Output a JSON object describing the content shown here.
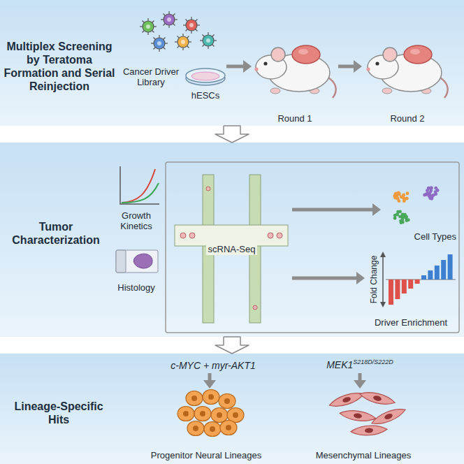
{
  "diagram": {
    "nodes": [
      {
        "text": [
          "Multiplex Screening by Teratoma Formation and Serial Reinjection"
        ]
      },
      {
        "text": [
          "Cancer Driver Library"
        ],
        "in": 0
      },
      {
        "text": [
          "hESCs"
        ],
        "in": 0
      },
      {
        "text": [
          "Round 1"
        ],
        "in": 0
      },
      {
        "text": [
          "Round 2"
        ],
        "in": 0
      },
      {
        "text": [
          "Tumor Characterization"
        ]
      },
      {
        "text": [
          "Growth Kinetics"
        ],
        "in": 5
      },
      {
        "text": [
          "Histology"
        ],
        "in": 5
      },
      {
        "text": [
          "scRNA-Seq"
        ],
        "in": 5
      },
      {
        "text": [
          "Cell Types"
        ],
        "in": 5
      },
      {
        "text": [
          "Driver Enrichment"
        ],
        "in": 5
      },
      {
        "text": [
          "Lineage-Specific Hits"
        ]
      },
      {
        "text": [
          "c-MYC + myr-AKT1"
        ],
        "in": 11
      },
      {
        "text": [
          "Progenitor Neural Lineages"
        ],
        "in": 11
      },
      {
        "text": [
          "MEK1",
          "S218D/S222D"
        ],
        "in": 11
      },
      {
        "text": [
          "Mesenchymal Lineages"
        ],
        "in": 11
      }
    ],
    "edges": [
      {
        "from": 0,
        "to": 5,
        "arrow": "to"
      },
      {
        "from": 5,
        "to": 11,
        "arrow": "to"
      },
      {
        "from": 2,
        "to": 3,
        "arrow": "to"
      },
      {
        "from": 3,
        "to": 4,
        "arrow": "to"
      },
      {
        "from": 8,
        "to": 9,
        "arrow": "to"
      },
      {
        "from": 8,
        "to": 10,
        "arrow": "to"
      },
      {
        "from": 12,
        "to": 13,
        "arrow": "to"
      },
      {
        "from": 14,
        "to": 15,
        "arrow": "to"
      }
    ],
    "labels": [
      "Fold Change"
    ]
  }
}
